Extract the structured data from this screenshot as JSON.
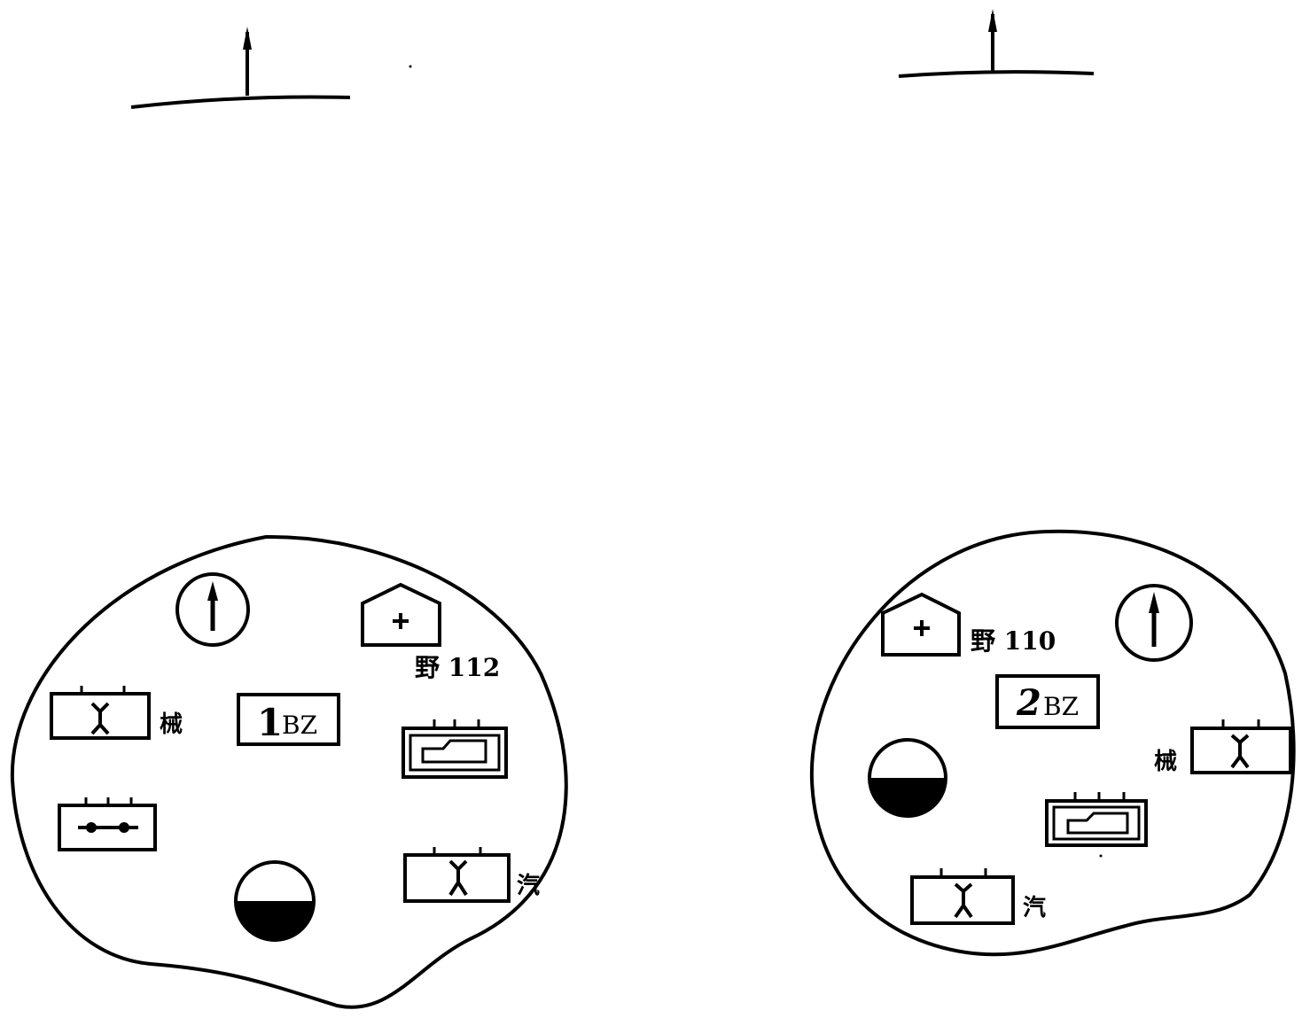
{
  "colors": {
    "ink": "#000000",
    "paper": "#ffffff"
  },
  "area_1": {
    "unit_number": "1",
    "unit_code": "BZ",
    "field_hospital_label": "野 112",
    "mechanic_label": "械",
    "auto_label": "汽",
    "symbols": [
      "north-arrow-icon",
      "field-hospital-icon",
      "mechanical-repair-icon",
      "unit-id-box",
      "tank-repair-icon",
      "pipeline-icon",
      "auto-repair-icon",
      "supply-depot-icon"
    ]
  },
  "area_2": {
    "unit_number": "2",
    "unit_code": "BZ",
    "field_hospital_label": "野 110",
    "mechanic_label": "械",
    "auto_label": "汽",
    "symbols": [
      "north-arrow-icon",
      "field-hospital-icon",
      "unit-id-box",
      "supply-depot-icon",
      "mechanical-repair-icon",
      "tank-repair-icon",
      "auto-repair-icon"
    ]
  }
}
